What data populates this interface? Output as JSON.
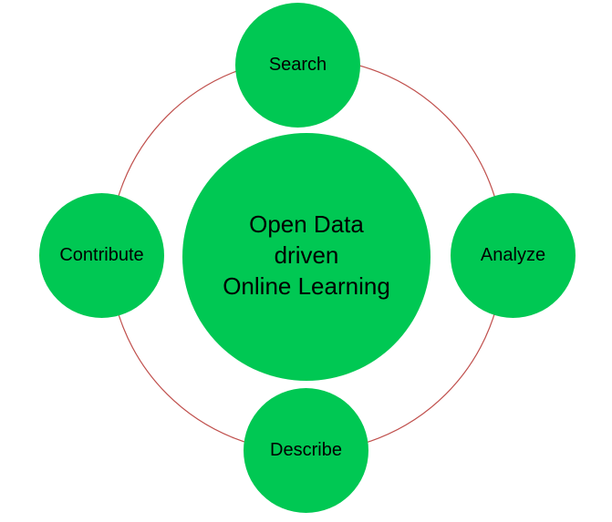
{
  "diagram": {
    "center": {
      "label": "Open Data\ndriven\nOnline Learning"
    },
    "nodes": {
      "search": "Search",
      "analyze": "Analyze",
      "describe": "Describe",
      "contribute": "Contribute"
    }
  },
  "colors": {
    "node_fill": "#00c853",
    "ring_stroke": "#c0504d",
    "text": "#000000",
    "background": "#ffffff"
  }
}
